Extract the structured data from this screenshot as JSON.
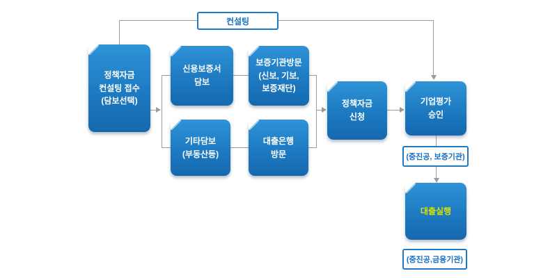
{
  "diagram": {
    "type": "flowchart",
    "language": "ko",
    "background": "#ffffff"
  },
  "colors": {
    "node_gradient_top": "#2f93d6",
    "node_gradient_bottom": "#1568ae",
    "node_text": "#ffffff",
    "highlight_text": "#d8e300",
    "outline_border": "#1a7ac8",
    "outline_text": "#1a6fc0",
    "connector": "#9b9b9b"
  },
  "nodes": {
    "consulting": {
      "label": "컨설팅"
    },
    "reception": {
      "lines": [
        "정책자금",
        "컨설팅 접수",
        "(담보선택)"
      ]
    },
    "credit_guarantee": {
      "lines": [
        "신용보증서",
        "담보"
      ]
    },
    "guarantee_visit": {
      "lines": [
        "보증기관방문",
        "(신보, 기보,",
        "보증재단)"
      ]
    },
    "other_collateral": {
      "lines": [
        "기타담보",
        "(부동산등)"
      ]
    },
    "loan_bank_visit": {
      "lines": [
        "대출은행",
        "방문"
      ]
    },
    "fund_application": {
      "lines": [
        "정책자금",
        "신청"
      ]
    },
    "evaluation_approval": {
      "lines": [
        "기업평가",
        "승인"
      ]
    },
    "evaluation_agencies": {
      "label": "(중진공, 보증기관)"
    },
    "loan_execution": {
      "label": "대출실행"
    },
    "execution_agencies": {
      "label": "(중진공,금융기관)"
    }
  },
  "edges": [
    {
      "from": "reception",
      "to": "consulting",
      "arrow": false
    },
    {
      "from": "consulting",
      "to": "evaluation_approval",
      "arrow": true
    },
    {
      "from": "reception",
      "to": "credit_guarantee",
      "arrow": true
    },
    {
      "from": "reception",
      "to": "other_collateral",
      "arrow": true
    },
    {
      "from": "credit_guarantee",
      "to": "guarantee_visit",
      "arrow": false
    },
    {
      "from": "other_collateral",
      "to": "loan_bank_visit",
      "arrow": false
    },
    {
      "from": "guarantee_visit",
      "to": "fund_application",
      "arrow": true
    },
    {
      "from": "loan_bank_visit",
      "to": "fund_application",
      "arrow": true
    },
    {
      "from": "fund_application",
      "to": "evaluation_approval",
      "arrow": true
    },
    {
      "from": "evaluation_approval",
      "to": "evaluation_agencies",
      "arrow": false
    },
    {
      "from": "evaluation_agencies",
      "to": "loan_execution",
      "arrow": true
    }
  ]
}
